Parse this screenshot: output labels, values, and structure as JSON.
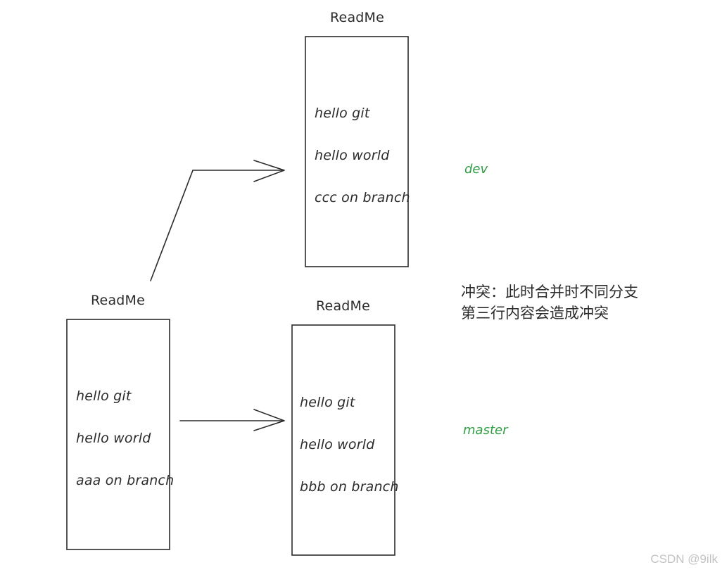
{
  "dev_box": {
    "title": "ReadMe",
    "lines": [
      "hello git",
      "hello world",
      "ccc on branch"
    ]
  },
  "base_box": {
    "title": "ReadMe",
    "lines": [
      "hello git",
      "hello world",
      "aaa on branch"
    ]
  },
  "master_box": {
    "title": "ReadMe",
    "lines": [
      "hello git",
      "hello world",
      "bbb on branch"
    ]
  },
  "branches": {
    "dev": "dev",
    "master": "master"
  },
  "note": {
    "line1": "冲突：此时合并时不同分支",
    "line2": "第三行内容会造成冲突"
  },
  "watermark": "CSDN @9ilk",
  "colors": {
    "stroke": "#2b2b2b",
    "branch_label": "#2f9e44",
    "watermark": "#c3c3c3"
  }
}
